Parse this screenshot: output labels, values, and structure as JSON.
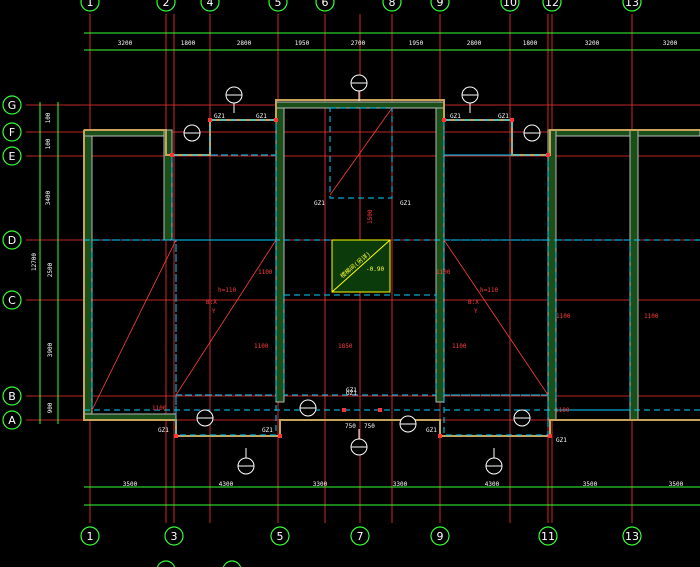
{
  "colors": {
    "background": "#000000",
    "axis_green": "#35ff35",
    "grid_red": "#ff3333",
    "beam_cyan": "#00d0ff",
    "text_red": "#ff3d3d",
    "wall_gold": "#c8a35a"
  },
  "top_axes": [
    "1",
    "2",
    "4",
    "5",
    "6",
    "8",
    "9",
    "10",
    "12",
    "13"
  ],
  "bottom_axes": [
    "1",
    "3",
    "5",
    "7",
    "9",
    "11",
    "13"
  ],
  "left_axes": [
    "G",
    "F",
    "E",
    "D",
    "C",
    "B",
    "A"
  ],
  "top_dims": [
    "3200",
    "1800",
    "2800",
    "1950",
    "2700",
    "1950",
    "2800",
    "1800",
    "3200",
    "3200"
  ],
  "bottom_dims": [
    "3500",
    "4300",
    "3300",
    "3300",
    "4300",
    "3500",
    "3500"
  ],
  "left_dims": [
    "100",
    "100",
    "3400",
    "12700",
    "2500",
    "3900",
    "900"
  ],
  "gz_label": "GZ1",
  "slab_labels": {
    "h_left": "h=110",
    "bx_left": "B:X",
    "y_left": "Y",
    "h_right": "h=110",
    "bx_right": "B:X",
    "y_right": "Y",
    "stair_note": "楼梯间(另详)",
    "stair_level": "-0.90",
    "n1100": "1100",
    "n1500": "1500",
    "n1850": "1850",
    "d750a": "750",
    "d750b": "750"
  }
}
